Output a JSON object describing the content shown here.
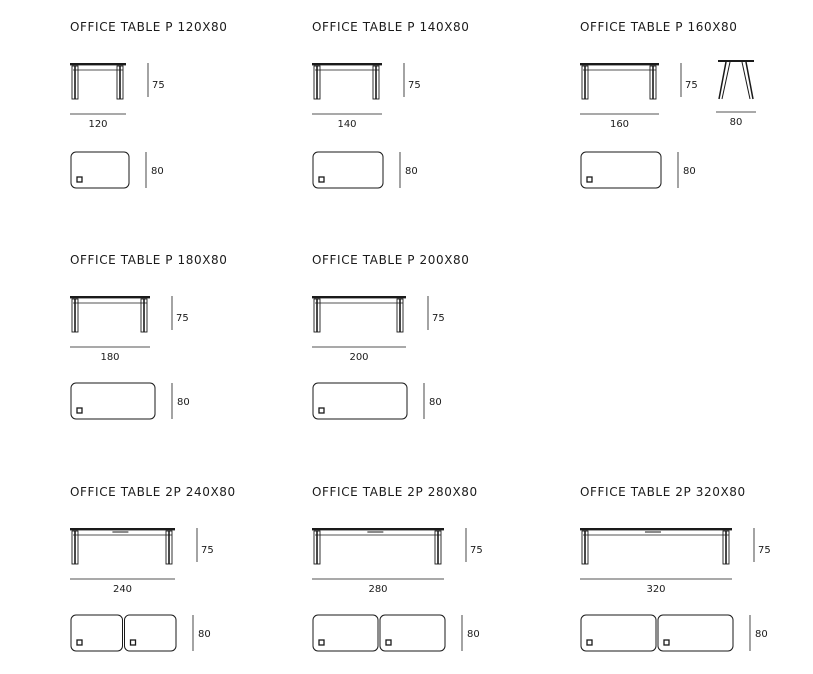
{
  "tables": [
    {
      "title": "OFFICE TABLE P 120X80",
      "length": "120",
      "height": "75",
      "depth": "80",
      "tops": 1
    },
    {
      "title": "OFFICE TABLE P 140X80",
      "length": "140",
      "height": "75",
      "depth": "80",
      "tops": 1
    },
    {
      "title": "OFFICE TABLE P 160X80",
      "length": "160",
      "height": "75",
      "depth": "80",
      "tops": 1
    },
    {
      "title": "OFFICE TABLE P 180X80",
      "length": "180",
      "height": "75",
      "depth": "80",
      "tops": 1
    },
    {
      "title": "OFFICE TABLE P 200X80",
      "length": "200",
      "height": "75",
      "depth": "80",
      "tops": 1
    },
    {
      "title": "OFFICE TABLE 2P 240X80",
      "length": "240",
      "height": "75",
      "depth": "80",
      "tops": 2
    },
    {
      "title": "OFFICE TABLE 2P 280X80",
      "length": "280",
      "height": "75",
      "depth": "80",
      "tops": 2
    },
    {
      "title": "OFFICE TABLE 2P 320X80",
      "length": "320",
      "height": "75",
      "depth": "80",
      "tops": 2
    }
  ],
  "side_view": {
    "depth": "80"
  },
  "colors": {
    "line": "#1a1a1a",
    "background": "#ffffff"
  }
}
